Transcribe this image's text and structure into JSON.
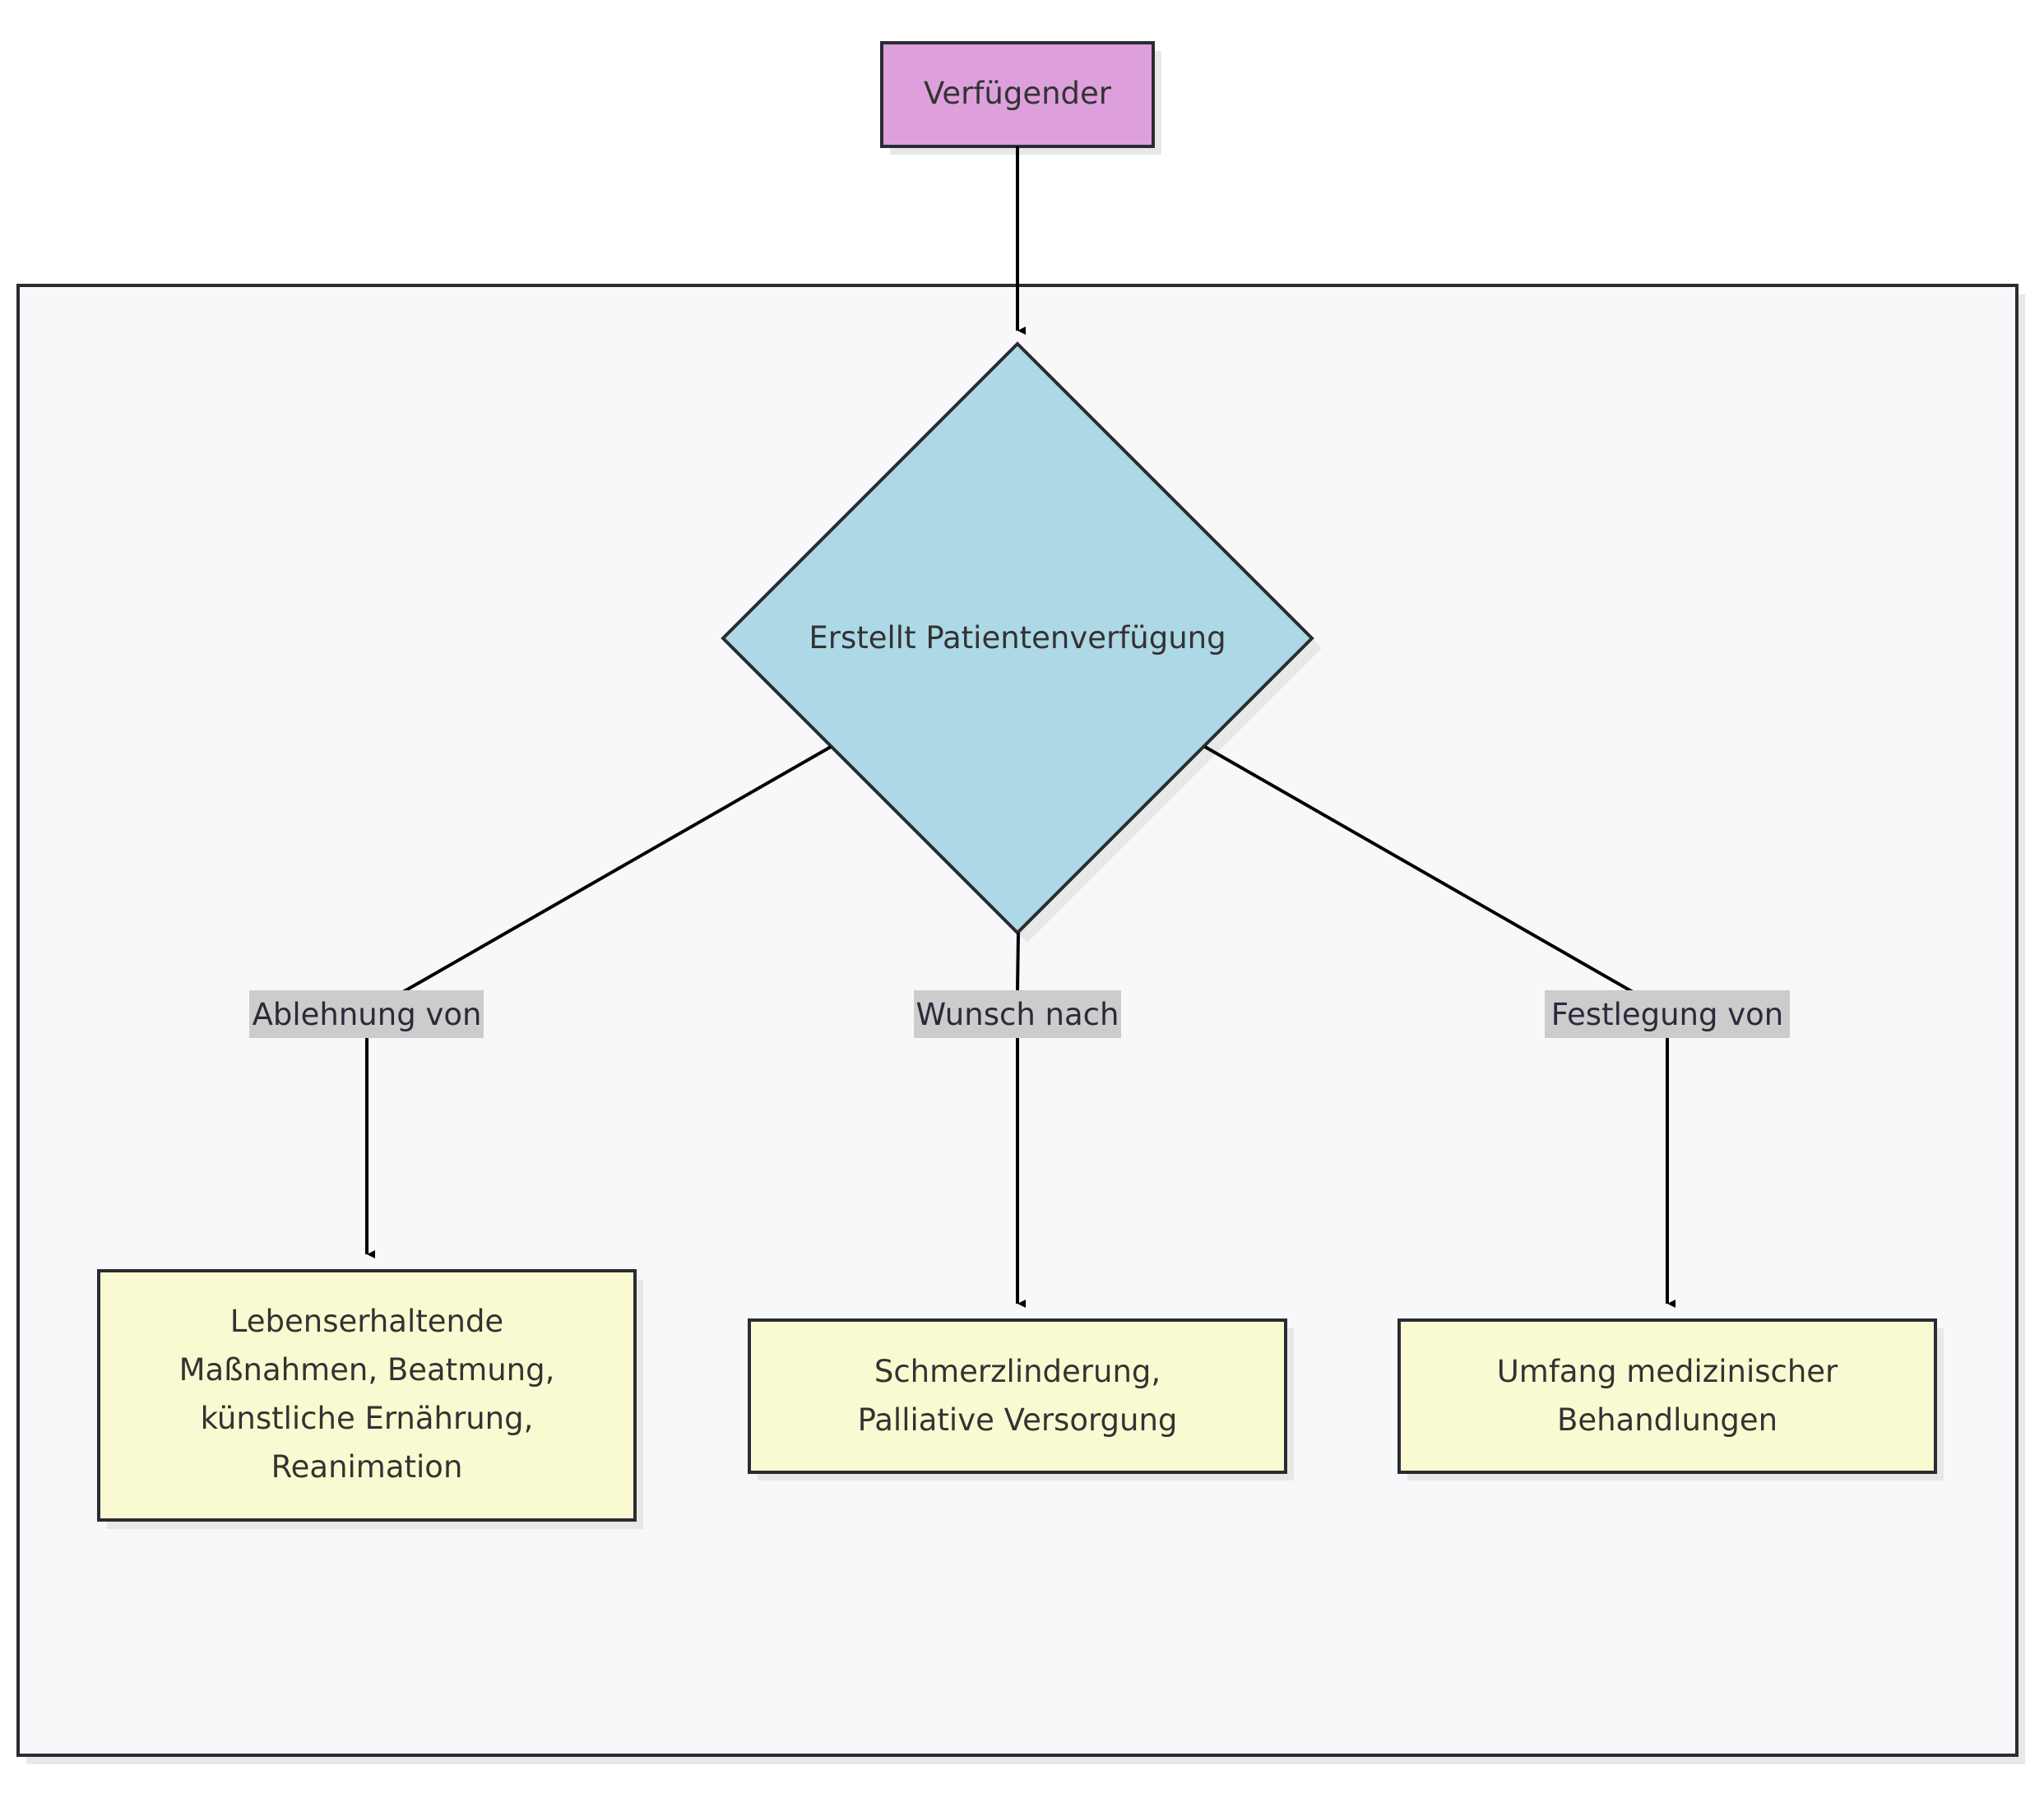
{
  "diagram": {
    "source_node": {
      "label": "Verfügender",
      "fill": "#dda0dd"
    },
    "decision_node": {
      "label": "Erstellt Patientenverfügung",
      "fill": "#add8e6"
    },
    "edges": [
      {
        "label": "Ablehnung von"
      },
      {
        "label": "Wunsch nach"
      },
      {
        "label": "Festlegung von"
      }
    ],
    "targets": [
      {
        "lines": [
          "Lebenserhaltende",
          "Maßnahmen, Beatmung,",
          "künstliche Ernährung,",
          "Reanimation"
        ],
        "fill": "#fafad2"
      },
      {
        "lines": [
          "Schmerzlinderung,",
          "Palliative Versorgung"
        ],
        "fill": "#fafad2"
      },
      {
        "lines": [
          "Umfang medizinischer",
          "Behandlungen"
        ],
        "fill": "#fafad2"
      }
    ],
    "colors": {
      "container_fill": "#f8f8fa",
      "stroke": "#2b2b33",
      "edge": "#000000",
      "label_bg": "#cccccc",
      "shadow": "#e8e8e8"
    }
  }
}
